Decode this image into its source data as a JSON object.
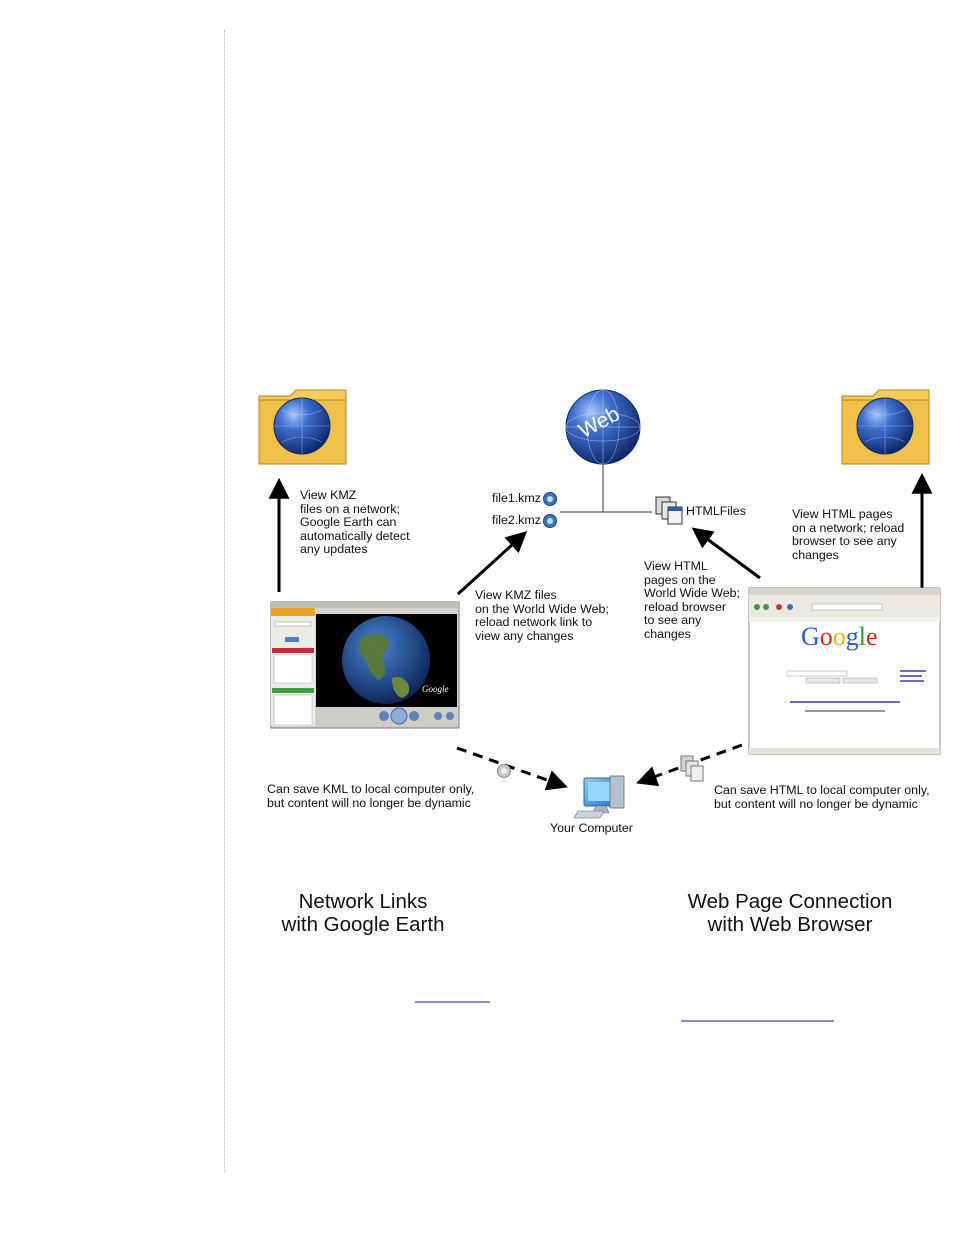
{
  "diagram": {
    "web_globe_label": "Web",
    "files": {
      "kmz_1": "file1.kmz",
      "kmz_2": "file2.kmz",
      "html_files": "HTMLFiles"
    },
    "left_upper_note": [
      "View KMZ",
      "files on a network;",
      "Google Earth can",
      "automatically detect",
      "any updates"
    ],
    "left_middle_note": [
      "View KMZ files",
      "on the World Wide Web;",
      "reload network link to",
      "view any changes"
    ],
    "right_middle_note": [
      "View HTML",
      "pages on the",
      "World Wide Web;",
      "reload browser",
      "to see any",
      "changes"
    ],
    "right_upper_note": [
      "View HTML pages",
      "on a network; reload",
      "browser to see any",
      "changes"
    ],
    "left_bottom_note": [
      "Can save KML to local computer only,",
      "but content will no longer be dynamic"
    ],
    "right_bottom_note": [
      "Can save HTML to local computer only,",
      "but content will no longer be dynamic"
    ],
    "computer_label": "Your Computer",
    "left_heading": [
      "Network Links",
      "with Google Earth"
    ],
    "right_heading": [
      "Web Page Connection",
      "with Web Browser"
    ],
    "google_logo": "Google",
    "earth_watermark": "Google"
  },
  "colors": {
    "globe_dark": "#0e2f7a",
    "globe_light": "#6f9be8",
    "folder": "#f2bd3e",
    "folder_dark": "#c98f16",
    "link_underline": "#1a1aa8"
  }
}
